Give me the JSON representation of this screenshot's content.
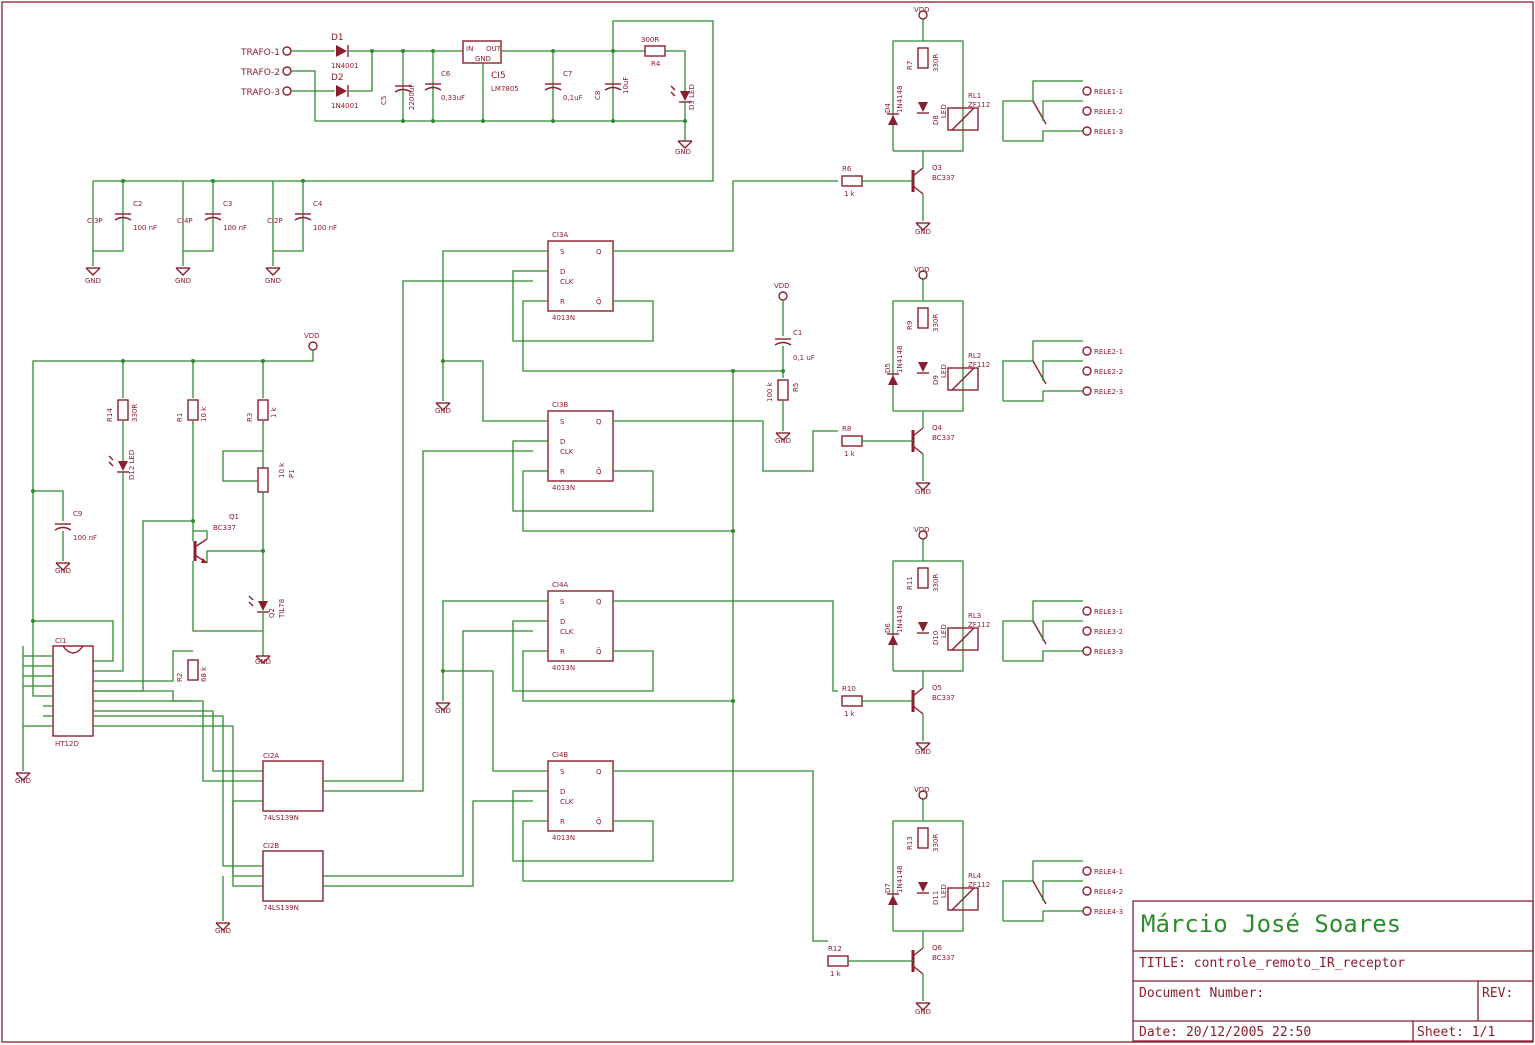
{
  "labels": {
    "gnd": "GND",
    "vdd": "VDD"
  },
  "power": {
    "trafo1": "TRAFO-1",
    "trafo2": "TRAFO-2",
    "trafo3": "TRAFO-3",
    "d1": "D1",
    "d1_part": "1N4001",
    "d2": "D2",
    "d2_part": "1N4001",
    "ci5": "CI5",
    "ci5_part": "LM7805",
    "c5": "C5",
    "c5_val": "2200uF",
    "c6": "C6",
    "c6_val": "0,33uF",
    "c7": "C7",
    "c7_val": "0,1uF",
    "c8": "C8",
    "c8_val": "10uF",
    "r4": "R4",
    "r4_val": "300R",
    "d3": "D3 LED"
  },
  "decoupling": {
    "c2": "C2",
    "c3": "C3",
    "c4": "C4",
    "val": "100 nF",
    "ci3p": "CI3P",
    "ci4p": "CI4P",
    "ci2p": "CI2P"
  },
  "receiver": {
    "r14": "R14",
    "r14_val": "330R",
    "d12": "D12 LED",
    "r1": "R1",
    "r1_val": "10 k",
    "r3": "R3",
    "r3_val": "1 k",
    "p1": "P1",
    "p1_val": "10 k",
    "q1": "Q1",
    "q1_part": "BC337",
    "q2": "Q2",
    "q2_part": "TIL78",
    "c9": "C9",
    "c9_val": "100 nF",
    "ci1": "CI1",
    "ci1_part": "HT12D",
    "r2": "R2",
    "r2_val": "68 k",
    "ci2a": "CI2A",
    "ci2b": "CI2B",
    "ci2_part": "74LS139N"
  },
  "flipflops": {
    "ci3a": "CI3A",
    "ci3b": "CI3B",
    "ci4a": "CI4A",
    "ci4b": "CI4B",
    "part": "4013N",
    "c1": "C1",
    "c1_val": "0,1 uF",
    "r5": "R5",
    "r5_val": "100 k"
  },
  "relay_channels": [
    {
      "r_base": "R6",
      "r_base_val": "1 k",
      "q": "Q3",
      "q_part": "BC337",
      "r_led": "R7",
      "r_led_val": "330R",
      "d_flyback": "D4",
      "d_flyback_part": "1N4148",
      "d_led": "D8",
      "led": "LED",
      "relay": "RL1",
      "relay_part": "ZF112",
      "contacts": [
        "RELE1-1",
        "RELE1-2",
        "RELE1-3"
      ]
    },
    {
      "r_base": "R8",
      "r_base_val": "1 k",
      "q": "Q4",
      "q_part": "BC337",
      "r_led": "R9",
      "r_led_val": "330R",
      "d_flyback": "D5",
      "d_flyback_part": "1N4148",
      "d_led": "D9",
      "led": "LED",
      "relay": "RL2",
      "relay_part": "ZF112",
      "contacts": [
        "RELE2-1",
        "RELE2-2",
        "RELE2-3"
      ]
    },
    {
      "r_base": "R10",
      "r_base_val": "1 k",
      "q": "Q5",
      "q_part": "BC337",
      "r_led": "R11",
      "r_led_val": "330R",
      "d_flyback": "D6",
      "d_flyback_part": "1N4148",
      "d_led": "D10",
      "led": "LED",
      "relay": "RL3",
      "relay_part": "ZF112",
      "contacts": [
        "RELE3-1",
        "RELE3-2",
        "RELE3-3"
      ]
    },
    {
      "r_base": "R12",
      "r_base_val": "1 k",
      "q": "Q6",
      "q_part": "BC337",
      "r_led": "R13",
      "r_led_val": "330R",
      "d_flyback": "D7",
      "d_flyback_part": "1N4148",
      "d_led": "D11",
      "led": "LED",
      "relay": "RL4",
      "relay_part": "ZF112",
      "contacts": [
        "RELE4-1",
        "RELE4-2",
        "RELE4-3"
      ]
    }
  ],
  "title_block": {
    "author": "Márcio José Soares",
    "title": "TITLE:  controle_remoto_IR_receptor",
    "doc_number": "Document Number:",
    "rev": "REV:",
    "date": "Date: 20/12/2005 22:50",
    "sheet": "Sheet: 1/1"
  }
}
